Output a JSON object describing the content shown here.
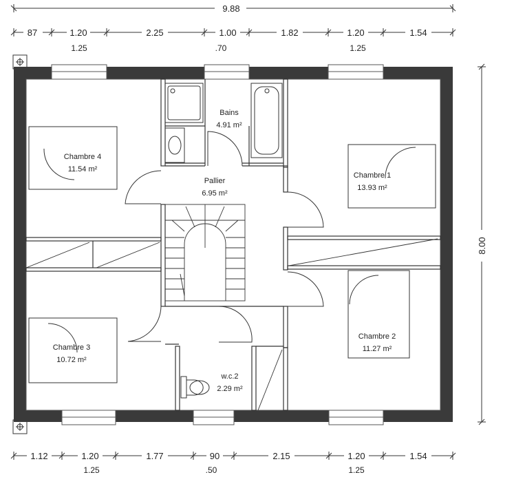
{
  "overall_width": "9.88",
  "overall_height": "8.00",
  "top_dims": [
    "87",
    "1.20",
    "2.25",
    "1.00",
    "1.82",
    "1.20",
    "1.54"
  ],
  "top_sub_dims": [
    ".70",
    "1.25",
    "1.25"
  ],
  "bottom_dims": [
    "1.12",
    "1.20",
    "1.77",
    "90",
    "2.15",
    "1.20",
    "1.54"
  ],
  "bottom_sub_dims": [
    "1.25",
    ".50",
    "1.25"
  ],
  "rooms": {
    "chambre4": {
      "name": "Chambre 4",
      "area": "11.54 m²"
    },
    "bains": {
      "name": "Bains",
      "area": "4.91 m²"
    },
    "pallier": {
      "name": "Pallier",
      "area": "6.95 m²"
    },
    "chambre1": {
      "name": "Chambre 1",
      "area": "13.93 m²"
    },
    "chambre3": {
      "name": "Chambre 3",
      "area": "10.72 m²"
    },
    "chambre2": {
      "name": "Chambre 2",
      "area": "11.27 m²"
    },
    "wc2": {
      "name": "w.c.2",
      "area": "2.29 m²"
    }
  }
}
